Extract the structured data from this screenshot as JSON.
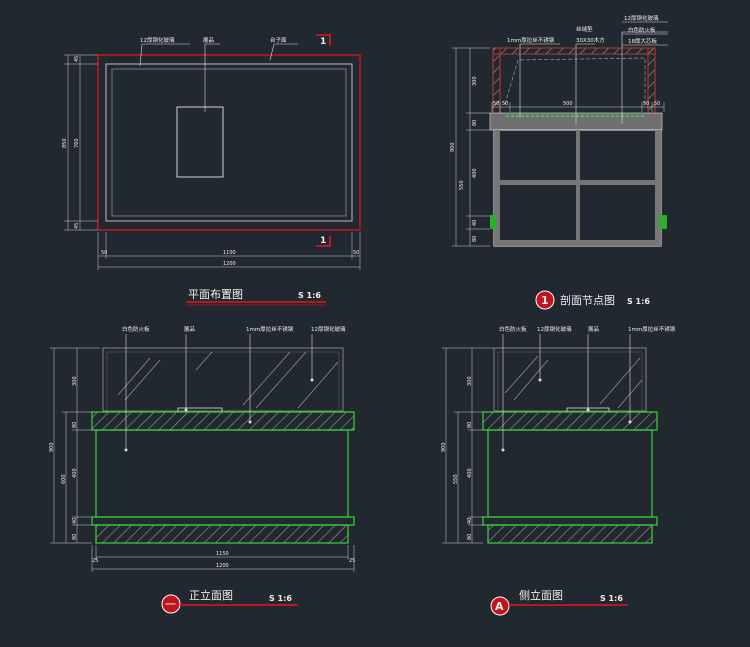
{
  "plan": {
    "label_glass": "12厚钢化玻璃",
    "label_exhibit": "展品",
    "label_table": "台子面",
    "section_marker": "1",
    "dim_left": [
      "45",
      "760",
      "45",
      "850"
    ],
    "dim_bottom": [
      "50",
      "1100",
      "50",
      "1200"
    ],
    "title": "平面布置图",
    "scale": "S 1:6"
  },
  "section": {
    "labels": [
      "12厚钢化玻璃",
      "白色防火板",
      "18厚大芯板",
      "1mm厚拉丝不锈钢",
      "丝绒垫",
      "30X30木方"
    ],
    "dim_top": [
      "50",
      "50",
      "500",
      "50",
      "50"
    ],
    "dim_left": [
      "300",
      "80",
      "400",
      "40",
      "80",
      "900"
    ],
    "title_number": "1",
    "title": "剖面节点图",
    "scale": "S 1:6"
  },
  "front": {
    "labels": [
      "白色防火板",
      "展品",
      "1mm厚拉丝不锈钢",
      "12厚钢化玻璃"
    ],
    "dim_left": [
      "300",
      "80",
      "400",
      "40",
      "80",
      "600",
      "900"
    ],
    "dim_bottom": [
      "1150",
      "1200"
    ],
    "title_symbol": "一",
    "title": "正立面图",
    "scale": "S 1:6"
  },
  "side": {
    "labels": [
      "白色防火板",
      "12厚钢化玻璃",
      "展品",
      "1mm厚拉丝不锈钢"
    ],
    "dim_left": [
      "300",
      "80",
      "400",
      "40",
      "80",
      "550",
      "900"
    ],
    "title_symbol": "A",
    "title": "侧立面图",
    "scale": "S 1:6"
  },
  "colors": {
    "background": "#212830",
    "line": "#dcdcdc",
    "red": "#e8141e",
    "green": "#3cd23c",
    "gray": "#8a8a8a"
  }
}
